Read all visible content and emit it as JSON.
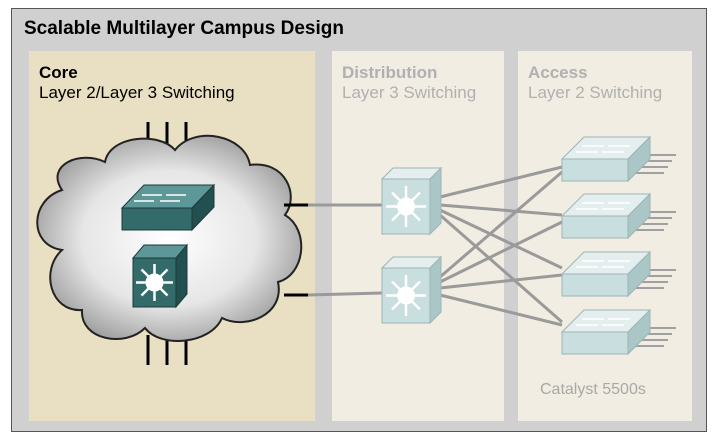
{
  "title": "Scalable Multilayer Campus Design",
  "core": {
    "title": "Core",
    "subtitle": "Layer 2/Layer 3 Switching"
  },
  "distribution": {
    "title": "Distribution",
    "subtitle": "Layer 3 Switching"
  },
  "access": {
    "title": "Access",
    "subtitle": "Layer 2 Switching",
    "caption": "Catalyst 5500s"
  },
  "colors": {
    "core_bg": "#e9dfc3",
    "layer_bg": "#f1ede2",
    "frame_bg": "#d0d0d0",
    "core_device": "#3f7c7c",
    "faded_device": "#c6dcdc",
    "link": "#9a9a9a"
  },
  "icons": [
    "cloud-icon",
    "core-switch-icon",
    "core-router-switch-icon",
    "multilayer-switch-icon",
    "workgroup-switch-icon"
  ]
}
